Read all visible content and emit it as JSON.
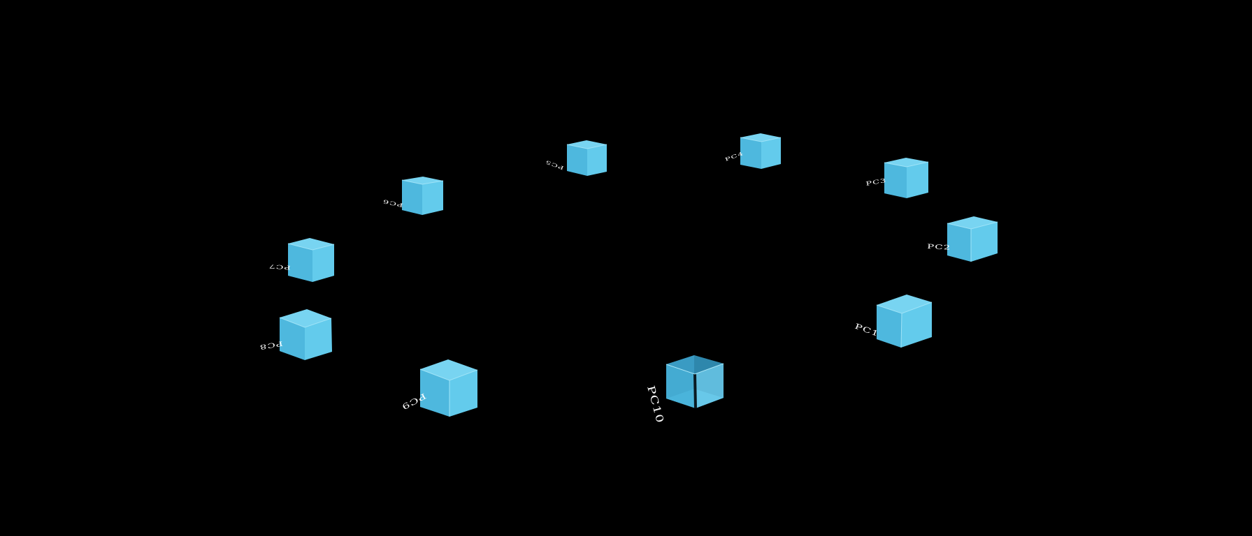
{
  "scene": {
    "background": "#000000",
    "cube_color": "#4fc3e8",
    "label_color": "#ffffff"
  },
  "nodes": [
    {
      "id": "pc1",
      "label": "PC1"
    },
    {
      "id": "pc2",
      "label": "PC2"
    },
    {
      "id": "pc3",
      "label": "PC3"
    },
    {
      "id": "pc4",
      "label": "PC4"
    },
    {
      "id": "pc5",
      "label": "PC5"
    },
    {
      "id": "pc6",
      "label": "PC6"
    },
    {
      "id": "pc7",
      "label": "PC7"
    },
    {
      "id": "pc8",
      "label": "PC8"
    },
    {
      "id": "pc9",
      "label": "PC9"
    },
    {
      "id": "pc10",
      "label": "PC10"
    }
  ]
}
